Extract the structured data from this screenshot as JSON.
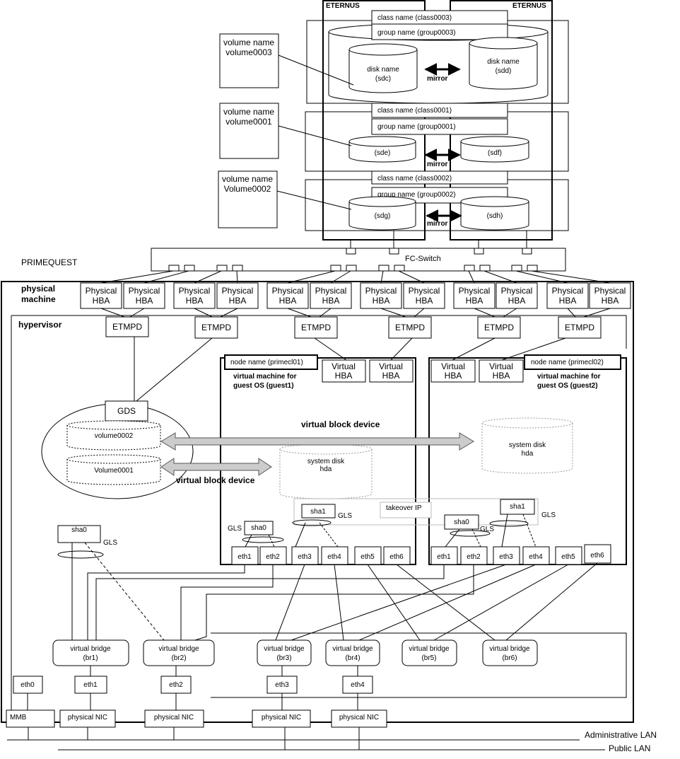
{
  "eternus": {
    "left_title": "ETERNUS",
    "right_title": "ETERNUS"
  },
  "groups": [
    {
      "class": "class name (class0003)",
      "group": "group name (group0003)",
      "volume_l1": "volume name",
      "volume_l2": "volume0003",
      "disk_left_l1": "disk name",
      "disk_left_l2": "(sdc)",
      "disk_right_l1": "disk name",
      "disk_right_l2": "(sdd)",
      "mirror": "mirror"
    },
    {
      "class": "class name (class0001)",
      "group": "group name (group0001)",
      "volume_l1": "volume name",
      "volume_l2": "volume0001",
      "disk_left_l1": "",
      "disk_left_l2": "(sde)",
      "disk_right_l1": "",
      "disk_right_l2": "(sdf)",
      "mirror": "mirror"
    },
    {
      "class": "class name (class0002)",
      "group": "group name (group0002)",
      "volume_l1": "volume name",
      "volume_l2": "Volume0002",
      "disk_left_l1": "",
      "disk_left_l2": "(sdg)",
      "disk_right_l1": "",
      "disk_right_l2": "(sdh)",
      "mirror": "mirror"
    }
  ],
  "fc_switch": "FC-Switch",
  "primequest": "PRIMEQUEST",
  "physical_machine_l1": "physical",
  "physical_machine_l2": "machine",
  "hba_l1": "Physical",
  "hba_l2": "HBA",
  "hypervisor": "hypervisor",
  "etmpd": "ETMPD",
  "gds": "GDS",
  "host_volumes": [
    "volume0002",
    "Volume0001"
  ],
  "vbd_label": "virtual block device",
  "vm1": {
    "node": "node name (primecl01)",
    "title_l1": "virtual machine  for",
    "title_l2": "guest OS (guest1)"
  },
  "vm2": {
    "node": "node name (primecl02)",
    "title_l1": "virtual machine  for",
    "title_l2": "guest OS (guest2)"
  },
  "vhba_l1": "Virtual",
  "vhba_l2": "HBA",
  "system_disk_l1": "system disk",
  "system_disk_l2": "hda",
  "takeover_ip": "takeover IP",
  "gls": "GLS",
  "sha0": "sha0",
  "sha1": "sha1",
  "guest_eth": [
    "eth1",
    "eth2",
    "eth3",
    "eth4",
    "eth5",
    "eth6"
  ],
  "bridge_l1": "virtual bridge",
  "bridges": [
    "(br1)",
    "(br2)",
    "(br3)",
    "(br4)",
    "(br5)",
    "(br6)"
  ],
  "host_eth": [
    "eth0",
    "eth1",
    "eth2",
    "eth3",
    "eth4"
  ],
  "mmb": "MMB",
  "physical_nic": "physical NIC",
  "admin_lan": "Administrative LAN",
  "public_lan": "Public LAN"
}
